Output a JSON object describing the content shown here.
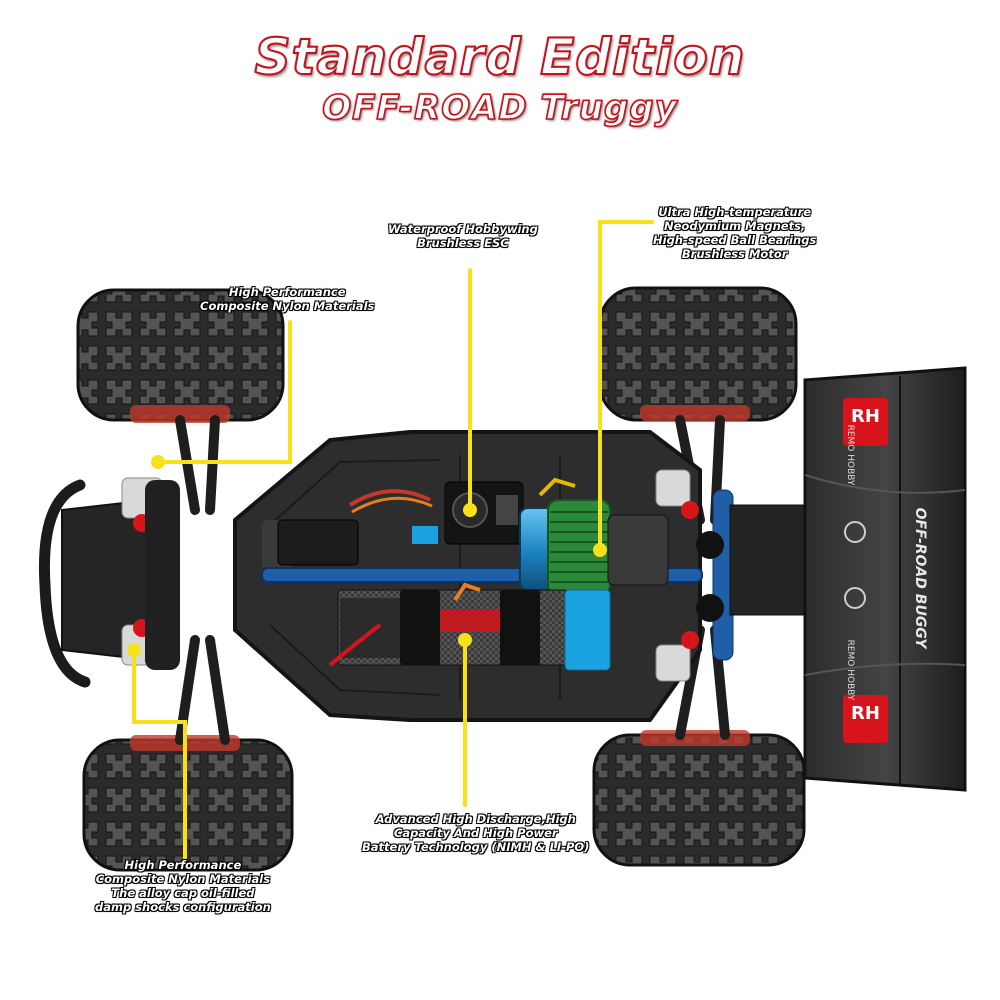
{
  "title": {
    "main": "Standard Edition",
    "sub": "OFF-ROAD  Truggy"
  },
  "callouts": {
    "front_top": [
      "High Performance",
      "Composite Nylon Materials"
    ],
    "esc": [
      "Waterproof  Hobbywing",
      "Brushless ESC"
    ],
    "motor": [
      "Ultra High-temperature",
      "Neodymium Magnets,",
      "High-speed Ball Bearings",
      "Brushless Motor"
    ],
    "battery": [
      "Advanced High Discharge,High",
      "Capacity And High Power",
      "Battery Technology (NIMH & LI-PO)"
    ],
    "front_bottom": [
      "High Performance",
      "Composite Nylon Materials",
      "The alloy cap oil-filled",
      "damp shocks configuration"
    ]
  },
  "wing": {
    "brand_logo": "RH",
    "brand_name": "REMO HOBBY",
    "wing_text": "OFF-ROAD BUGGY"
  },
  "colors": {
    "title_fill": "#ffffff",
    "title_outline": "#c2121b",
    "callout_line": "#f7e11a",
    "motor_can": "#1e88c7",
    "motor_heatsink": "#2a8a3a",
    "battery_cover": "#1aa3e0",
    "brand_red": "#d7141c"
  },
  "icons": {
    "shock_spring": "coil-spring",
    "body_clip": "r-clip"
  }
}
